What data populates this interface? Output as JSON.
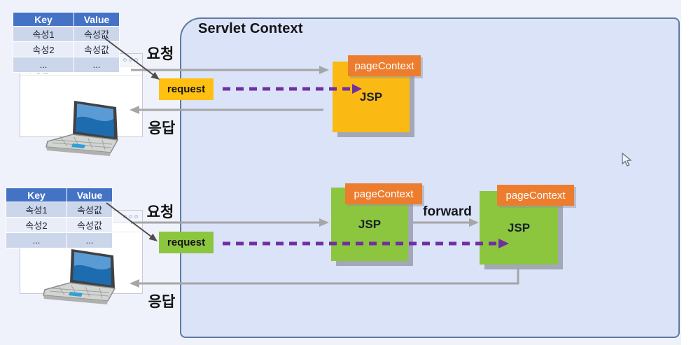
{
  "title": "Servlet Context",
  "client_top": {
    "table": {
      "headers": [
        "Key",
        "Value"
      ],
      "rows": [
        [
          "속성1",
          "속성값"
        ],
        [
          "속성2",
          "속성값"
        ],
        [
          "...",
          "..."
        ]
      ]
    },
    "request_arrow_label": "요청",
    "response_arrow_label": "응답"
  },
  "client_bottom": {
    "table": {
      "headers": [
        "Key",
        "Value"
      ],
      "rows": [
        [
          "속성1",
          "속성값"
        ],
        [
          "속성2",
          "속성값"
        ],
        [
          "...",
          "..."
        ]
      ]
    },
    "request_arrow_label": "요청",
    "response_arrow_label": "응답"
  },
  "flow_top": {
    "request_box": "request",
    "page_context": "pageContext",
    "jsp": "JSP"
  },
  "flow_bottom": {
    "request_box": "request",
    "forward_label": "forward",
    "jsp1": {
      "page_context": "pageContext",
      "jsp": "JSP"
    },
    "jsp2": {
      "page_context": "pageContext",
      "jsp": "JSP"
    }
  },
  "colors": {
    "accent_yellow": "#fbb913",
    "accent_green": "#8cc63e",
    "accent_orange": "#ed7d2e",
    "arrow_purple": "#7030a0",
    "arrow_gray": "#a6a6a6",
    "table_header_blue": "#4472c4",
    "context_fill": "#dbe3f9",
    "context_border": "#60799f"
  }
}
